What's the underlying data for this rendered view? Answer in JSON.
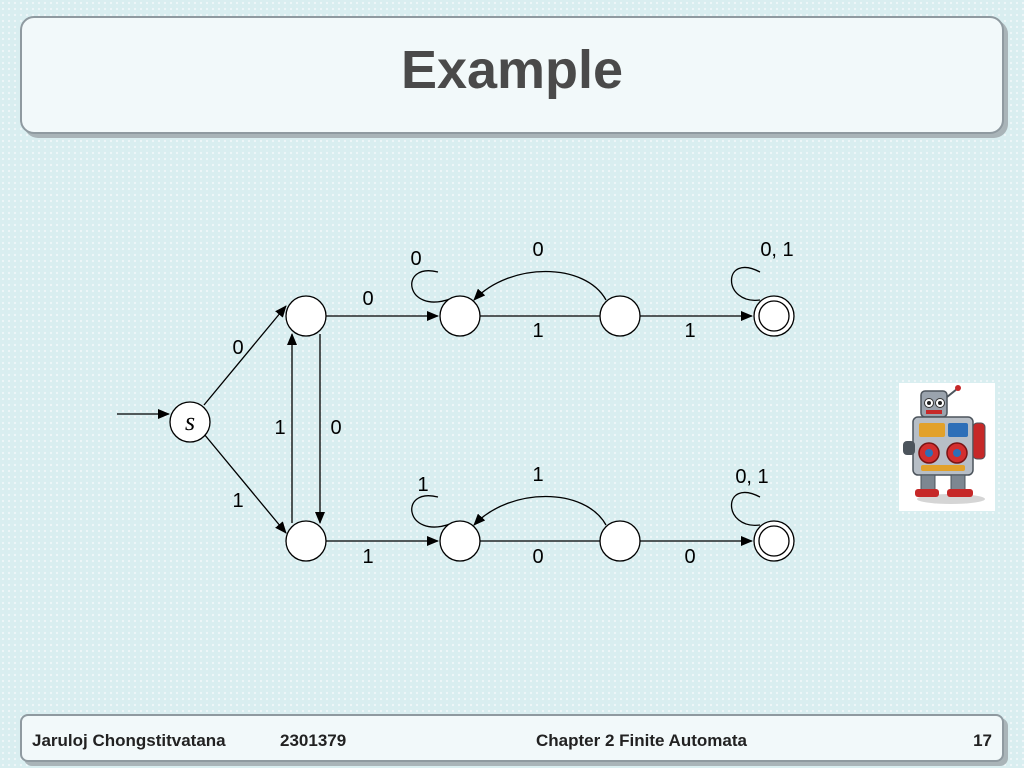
{
  "slide": {
    "title": "Example",
    "footer": {
      "author": "Jaruloj Chongstitvatana",
      "course": "2301379",
      "chapter": "Chapter 2 Finite Automata",
      "page": "17"
    }
  },
  "diagram": {
    "start_label": "s",
    "transition_labels": {
      "s_to_a": "0",
      "s_to_b": "1",
      "a_to_b": "0",
      "b_to_a": "1",
      "a_to_c": "0",
      "c_loop": "0",
      "c_to_d": "1",
      "d_to_c": "0",
      "d_to_e": "1",
      "e_loop": "0, 1",
      "b_to_f": "1",
      "f_loop": "1",
      "f_to_g": "0",
      "g_to_f": "1",
      "g_to_h": "0",
      "h_loop": "0, 1"
    }
  },
  "colors": {
    "background": "#d9eef0",
    "panel": "#f2f9fa",
    "title_text": "#4a4a4a"
  }
}
